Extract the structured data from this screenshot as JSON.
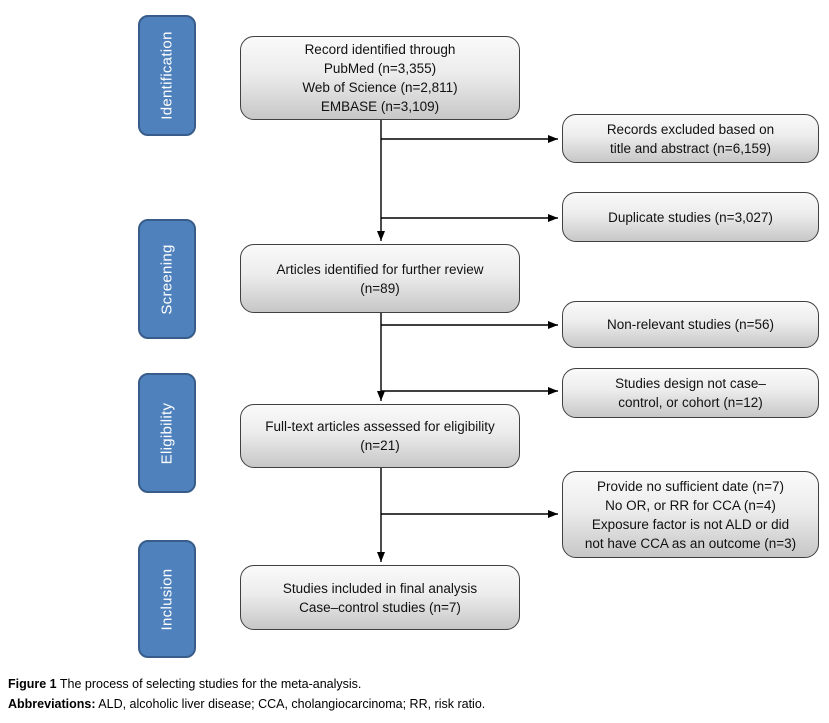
{
  "figure": {
    "stages": [
      {
        "label": "Identification"
      },
      {
        "label": "Screening"
      },
      {
        "label": "Eligibility"
      },
      {
        "label": "Inclusion"
      }
    ],
    "main_boxes": [
      {
        "text": "Record identified through\nPubMed (n=3,355)\nWeb of Science (n=2,811)\nEMBASE (n=3,109)"
      },
      {
        "text": "Articles identified for further review\n(n=89)"
      },
      {
        "text": "Full-text articles assessed for eligibility\n(n=21)"
      },
      {
        "text": "Studies included in final analysis\nCase–control studies (n=7)"
      }
    ],
    "exclusion_boxes": [
      {
        "text": "Records excluded based on\ntitle and abstract (n=6,159)"
      },
      {
        "text": "Duplicate studies (n=3,027)"
      },
      {
        "text": "Non-relevant studies (n=56)"
      },
      {
        "text": "Studies design not case–\ncontrol, or cohort (n=12)"
      },
      {
        "text": "Provide no sufficient date (n=7)\nNo OR, or RR for CCA (n=4)\nExposure factor is not ALD or did\nnot have CCA as an outcome (n=3)"
      }
    ],
    "caption": {
      "figure_label": "Figure 1",
      "figure_text": " The process of selecting studies for the meta-analysis.",
      "abbreviations_label": "Abbreviations:",
      "abbreviations_text": " ALD, alcoholic liver disease; CCA, cholangiocarcinoma; RR, risk ratio."
    },
    "colors": {
      "stage_fill": "#4f81bd",
      "stage_border": "#385d8a",
      "box_border": "#404040"
    }
  }
}
